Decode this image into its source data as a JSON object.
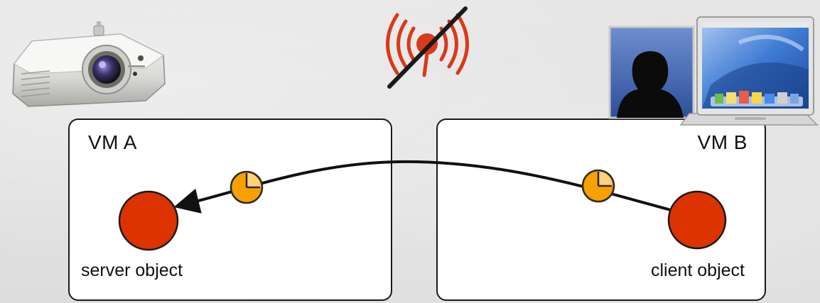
{
  "diagram": {
    "vm_a": {
      "title": "VM A",
      "object_label": "server object"
    },
    "vm_b": {
      "title": "VM B",
      "object_label": "client object"
    },
    "icons": {
      "projector": "projector-icon",
      "wireless_off": "wireless-disconnected-icon",
      "user_laptop": "user-with-laptop-icon",
      "timer": "clock-icon"
    },
    "colors": {
      "object": "#dd3300",
      "timer": "#f7a000",
      "wireless": "#d93a1a",
      "outline": "#1a1a1a"
    }
  }
}
